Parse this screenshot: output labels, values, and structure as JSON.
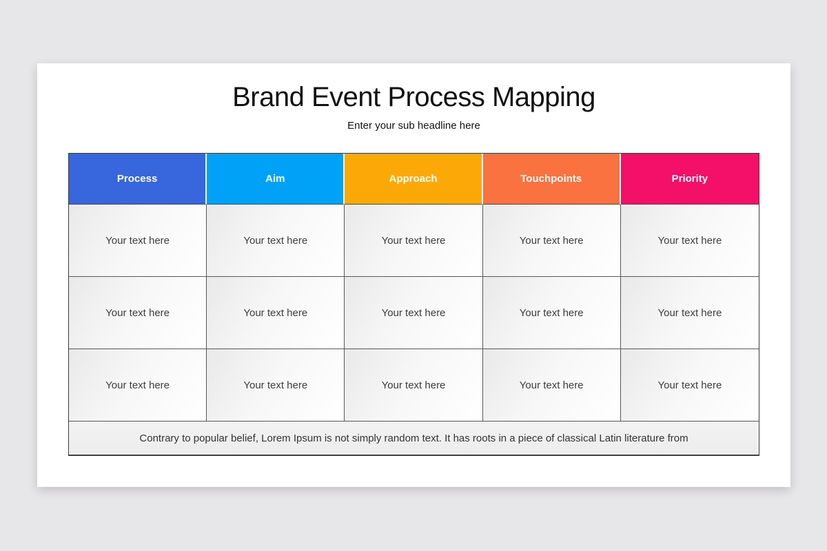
{
  "slide": {
    "title": "Brand Event Process Mapping",
    "subtitle": "Enter your sub headline here"
  },
  "table": {
    "columns": [
      {
        "label": "Process",
        "color": "#3766dd"
      },
      {
        "label": "Aim",
        "color": "#00a2f8"
      },
      {
        "label": "Approach",
        "color": "#fca908"
      },
      {
        "label": "Touchpoints",
        "color": "#f97240"
      },
      {
        "label": "Priority",
        "color": "#f40f68"
      }
    ],
    "rows": [
      [
        "Your text here",
        "Your text here",
        "Your text here",
        "Your text here",
        "Your text here"
      ],
      [
        "Your text here",
        "Your text here",
        "Your text here",
        "Your text here",
        "Your text here"
      ],
      [
        "Your text here",
        "Your text here",
        "Your text here",
        "Your text here",
        "Your text here"
      ]
    ],
    "footer": "Contrary to popular belief, Lorem Ipsum is not simply random text. It has roots in a piece of classical Latin literature from"
  }
}
